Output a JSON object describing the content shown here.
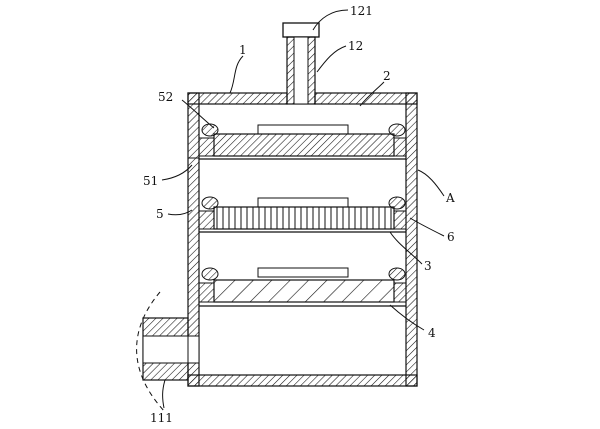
{
  "labels": {
    "l121": "121",
    "l12": "12",
    "l1": "1",
    "l2": "2",
    "l52": "52",
    "l51": "51",
    "lA": "A",
    "l5": "5",
    "l6": "6",
    "l3": "3",
    "l4": "4",
    "l111": "111"
  },
  "colors": {
    "line": "#111111",
    "background": "#ffffff"
  }
}
